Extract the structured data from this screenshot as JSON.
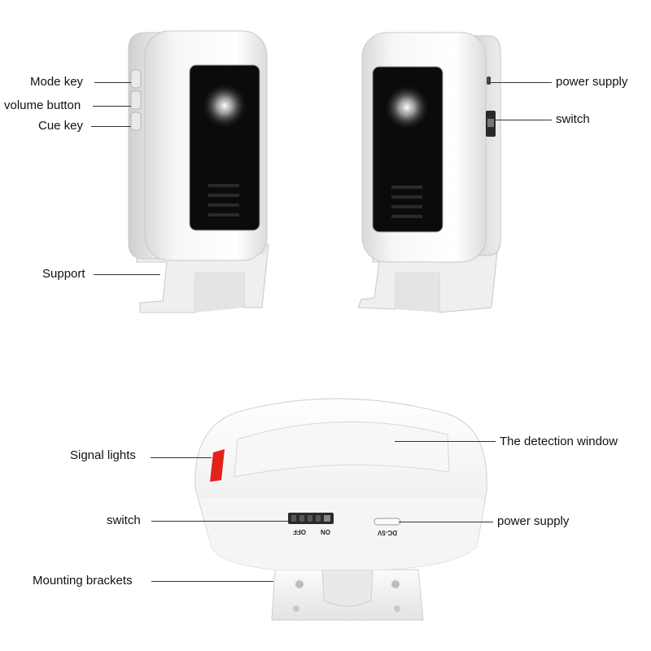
{
  "unit_a": {
    "labels": {
      "mode_key": "Mode key",
      "volume_button": "volume button",
      "cue_key": "Cue key",
      "support": "Support"
    }
  },
  "unit_b": {
    "labels": {
      "power_supply": "power supply",
      "switch": "switch"
    }
  },
  "unit_c": {
    "labels": {
      "signal_lights": "Signal lights",
      "detection_window": "The detection window",
      "switch": "switch",
      "power_supply": "power supply",
      "mounting_brackets": "Mounting brackets"
    },
    "markings": {
      "on": "ON",
      "off": "OFF",
      "dc": "DC-5V"
    }
  },
  "colors": {
    "body": "#f2f2f2",
    "lens": "#0b0b0b",
    "signal_light": "#e2231a",
    "leader": "#333333"
  }
}
